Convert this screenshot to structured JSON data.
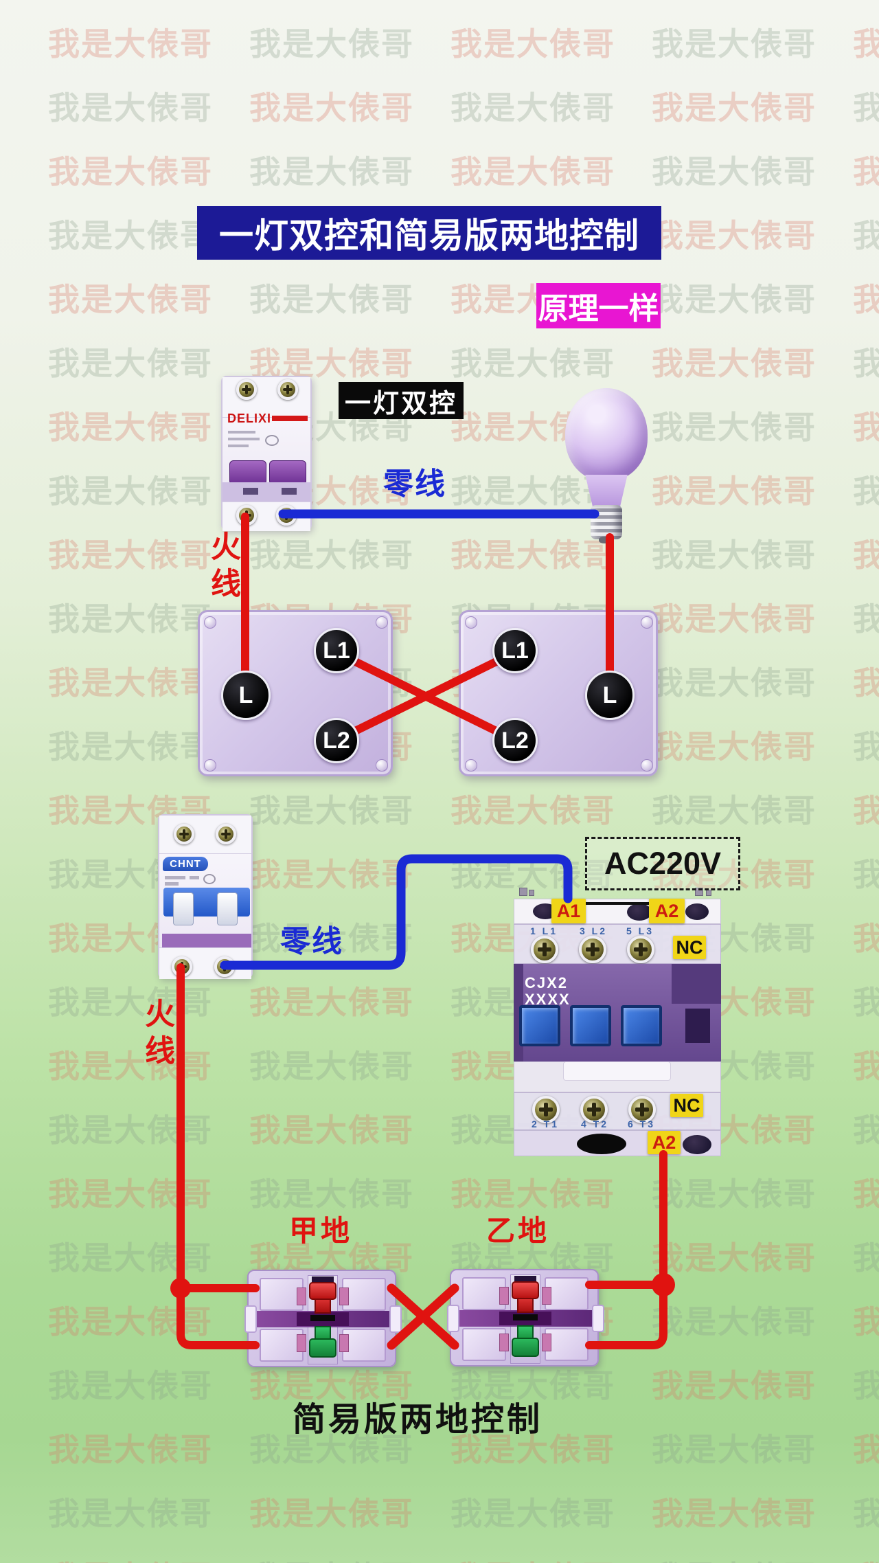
{
  "watermark": {
    "text": "我是大俵哥"
  },
  "header": {
    "title": "一灯双控和简易版两地控制",
    "subtitle": "原理一样"
  },
  "top_section": {
    "diagram_label": "一灯双控",
    "breaker": {
      "brand": "DELIXI"
    },
    "wire_labels": {
      "neutral": "零线",
      "live": "火线"
    },
    "left_switch": {
      "terminals": [
        "L",
        "L1",
        "L2"
      ]
    },
    "right_switch": {
      "terminals": [
        "L1",
        "L2",
        "L"
      ]
    }
  },
  "bottom_section": {
    "breaker": {
      "brand": "CHNT"
    },
    "wire_labels": {
      "neutral": "零线",
      "live": "火线"
    },
    "power_label": "AC220V",
    "contactor": {
      "model_line1": "CJX2",
      "model_line2": "XXXX",
      "labels": {
        "a1": "A1",
        "a2_top": "A2",
        "nc_top": "NC",
        "nc_bottom": "NC",
        "a2_bottom": "A2"
      },
      "top_terminals": [
        "1 L1",
        "3 L2",
        "5 L3"
      ],
      "bottom_terminals": [
        "2 T1",
        "4 T2",
        "6 T3"
      ]
    },
    "stations": {
      "a": "甲地",
      "b": "乙地"
    },
    "caption": "简易版两地控制"
  },
  "colors": {
    "wire_live": "#e01310",
    "wire_neutral": "#1a2ad4",
    "title_bg": "#1c1a96",
    "subtitle_bg": "#e816d2",
    "terminal_tag_bg": "#f0d518",
    "terminal_tag_text": "#cc1c10"
  }
}
